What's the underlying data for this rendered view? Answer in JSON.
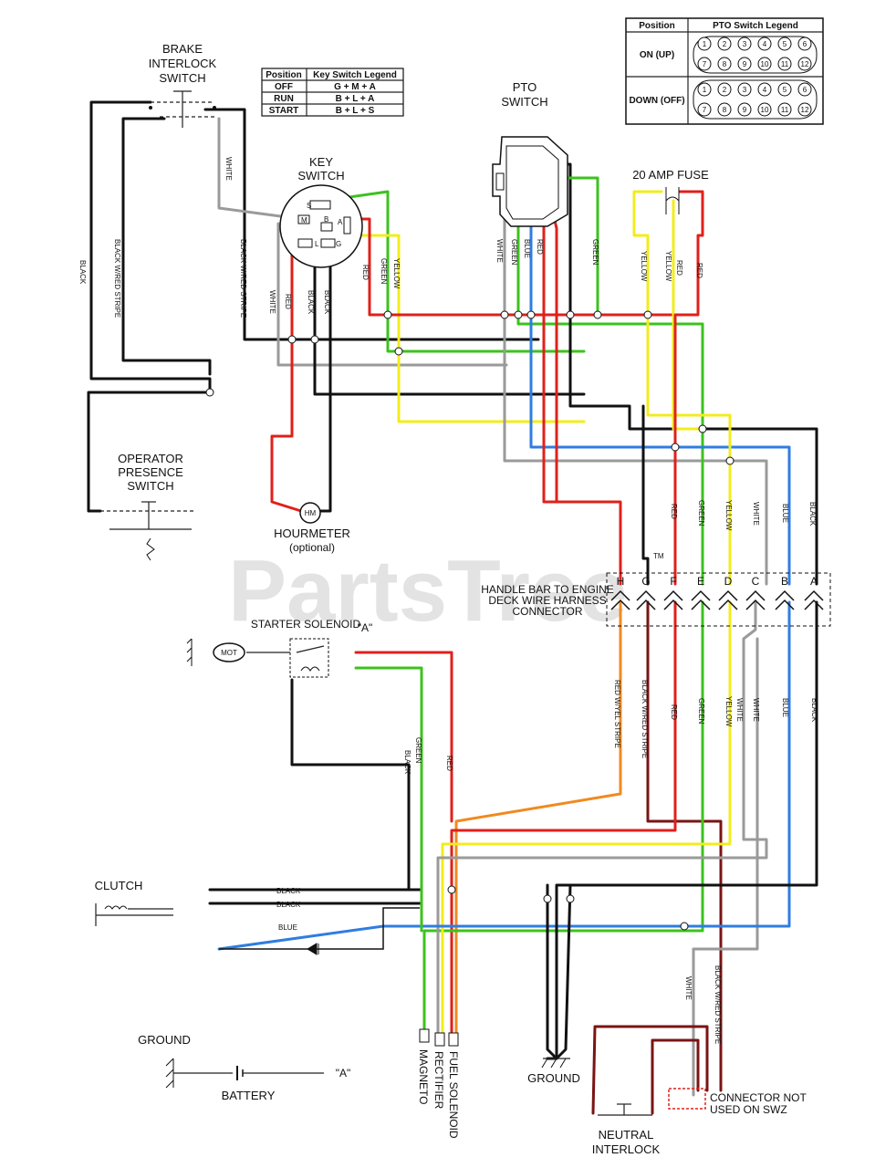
{
  "watermark": "PartsTree",
  "watermark_tm": "TM",
  "components": {
    "brake_interlock": [
      "BRAKE",
      "INTERLOCK",
      "SWITCH"
    ],
    "key_switch": [
      "KEY",
      "SWITCH"
    ],
    "pto_switch": [
      "PTO",
      "SWITCH"
    ],
    "fuse": "20 AMP FUSE",
    "operator_presence": [
      "OPERATOR",
      "PRESENCE",
      "SWITCH"
    ],
    "hourmeter": [
      "HOURMETER",
      "(optional)"
    ],
    "hourmeter_badge": "HM",
    "harness_connector": [
      "HANDLE BAR TO ENGINE",
      "DECK WIRE HARNESS",
      "CONNECTOR"
    ],
    "starter_solenoid": "STARTER SOLENOID",
    "solenoid_a": "\"A\"",
    "motor": "MOT",
    "clutch": "CLUTCH",
    "ground_left": "GROUND",
    "battery": "BATTERY",
    "battery_a": "\"A\"",
    "ground_center": "GROUND",
    "magneto": "MAGNETO",
    "rectifier": "RECTIFIER",
    "fuel_solenoid": "FUEL SOLENOID",
    "neutral_interlock": [
      "NEUTRAL",
      "INTERLOCK"
    ],
    "connector_note": [
      "CONNECTOR NOT",
      "USED ON SWZ"
    ]
  },
  "key_legend": {
    "headers": [
      "Position",
      "Key Switch Legend"
    ],
    "rows": [
      [
        "OFF",
        "G + M + A"
      ],
      [
        "RUN",
        "B + L + A"
      ],
      [
        "START",
        "B + L + S"
      ]
    ]
  },
  "pto_legend": {
    "headers": [
      "Position",
      "PTO Switch Legend"
    ],
    "rows": [
      {
        "position": "ON (UP)",
        "pins": [
          "1",
          "2",
          "3",
          "4",
          "5",
          "6",
          "7",
          "8",
          "9",
          "10",
          "11",
          "12"
        ]
      },
      {
        "position": "DOWN (OFF)",
        "pins": [
          "1",
          "2",
          "3",
          "4",
          "5",
          "6",
          "7",
          "8",
          "9",
          "10",
          "11",
          "12"
        ]
      }
    ]
  },
  "key_terminals": [
    "S",
    "M",
    "B",
    "A",
    "L",
    "G"
  ],
  "connector_pins": [
    "H",
    "G",
    "F",
    "E",
    "D",
    "C",
    "B",
    "A"
  ],
  "wire_labels": {
    "white": "WHITE",
    "black": "BLACK",
    "black_wired_stripe": "BLACK W/RED STRIPE",
    "red": "RED",
    "green": "GREEN",
    "yellow": "YELLOW",
    "blue": "BLUE",
    "red_yel_stripe": "RED W/YEL STRIPE"
  },
  "colors": {
    "black": "#111111",
    "red": "#e0201b",
    "green": "#3cc21e",
    "yellow": "#f2ec1c",
    "blue": "#2f7de0",
    "white_wire": "#9a9a9a",
    "orange": "#f08a20",
    "brown": "#7a1414"
  }
}
